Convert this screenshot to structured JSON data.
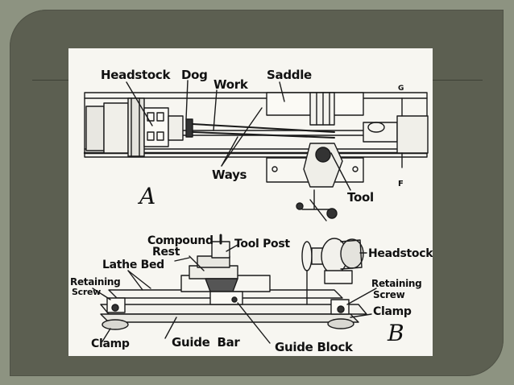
{
  "slide": {
    "colors": {
      "background": "#8d9381",
      "panel": "#5c5f51",
      "figure": "#f7f6f1"
    }
  },
  "figure": {
    "top_diagram": {
      "letter": "A",
      "labels": {
        "headstock": "Headstock",
        "dog": "Dog",
        "work": "Work",
        "saddle": "Saddle",
        "ways": "Ways",
        "tool": "Tool",
        "g": "G",
        "f": "F"
      }
    },
    "bottom_diagram": {
      "letter": "B",
      "labels": {
        "compound_rest_1": "Compound",
        "compound_rest_2": "Rest",
        "tool_post": "Tool Post",
        "headstock": "Headstock",
        "lathe_bed": "Lathe Bed",
        "retaining_screw_left_1": "Retaining",
        "retaining_screw_left_2": "Screw",
        "retaining_screw_right_1": "Retaining",
        "retaining_screw_right_2": "Screw",
        "clamp_right": "Clamp",
        "clamp_left": "Clamp",
        "guide_bar": "Guide Bar",
        "guide_block": "Guide Block"
      }
    }
  }
}
